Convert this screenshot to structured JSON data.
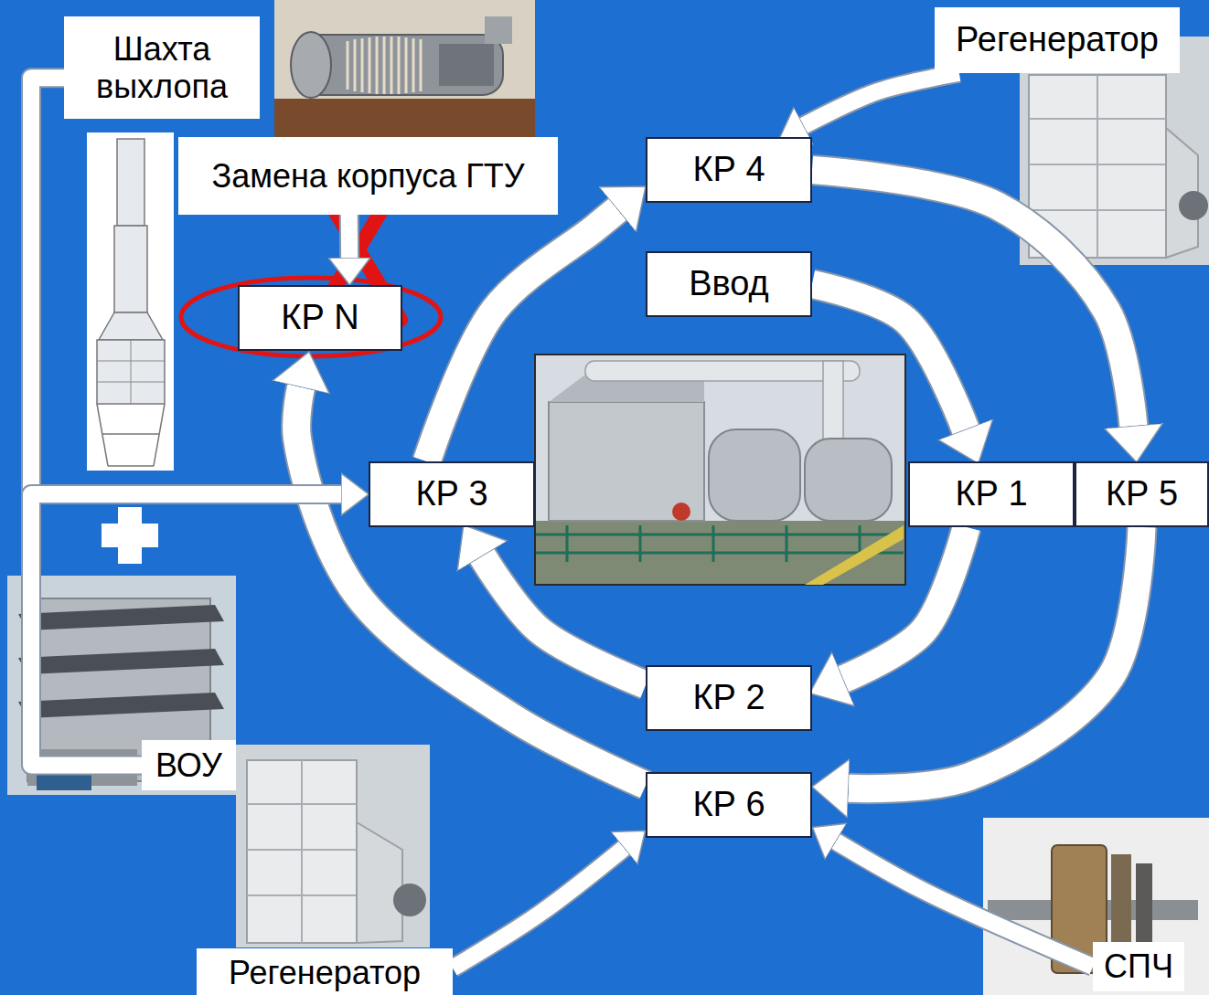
{
  "diagram": {
    "nodes": [
      {
        "text": [
          "Шахта выхлопа"
        ]
      },
      {
        "text": [
          "Регенератор"
        ]
      },
      {
        "text": [
          "Замена корпуса ГТУ"
        ]
      },
      {
        "text": [
          "КР 4"
        ]
      },
      {
        "text": [
          "Ввод"
        ]
      },
      {
        "text": [
          "КР N"
        ]
      },
      {
        "text": [
          "КР 3"
        ]
      },
      {
        "text": [
          "КР 1"
        ]
      },
      {
        "text": [
          "КР 5"
        ]
      },
      {
        "text": [
          "КР 2"
        ]
      },
      {
        "text": [
          "ВОУ"
        ]
      },
      {
        "text": [
          "КР 6"
        ]
      },
      {
        "text": [
          "Регенератор"
        ]
      },
      {
        "text": [
          "СПЧ"
        ]
      }
    ],
    "edges": [
      {
        "from": 4,
        "to": 7,
        "arrow": "to"
      },
      {
        "from": 7,
        "to": 9,
        "arrow": "to"
      },
      {
        "from": 9,
        "to": 6,
        "arrow": "to"
      },
      {
        "from": 6,
        "to": 3,
        "arrow": "to"
      },
      {
        "from": 3,
        "to": 8,
        "arrow": "to"
      },
      {
        "from": 8,
        "to": 11,
        "arrow": "to"
      },
      {
        "from": 11,
        "to": 5,
        "arrow": "to"
      },
      {
        "from": 1,
        "to": 3,
        "arrow": "to"
      },
      {
        "from": 2,
        "to": 5,
        "arrow": "to"
      },
      {
        "from": 0,
        "to": 6,
        "arrow": "to"
      },
      {
        "from": 10,
        "to": 6,
        "arrow": "to"
      },
      {
        "from": 12,
        "to": 11,
        "arrow": "to"
      },
      {
        "from": 13,
        "to": 11,
        "arrow": "to"
      }
    ]
  }
}
